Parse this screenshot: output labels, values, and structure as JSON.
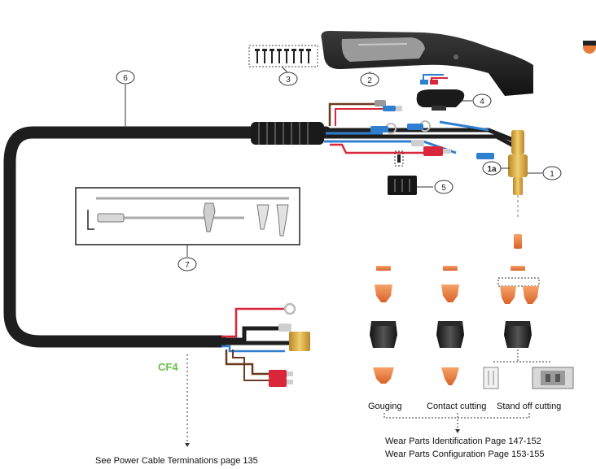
{
  "callouts": {
    "c1": "1",
    "c1a": "1a",
    "c2": "2",
    "c3": "3",
    "c4": "4",
    "c5": "5",
    "c6": "6",
    "c7": "7"
  },
  "labels": {
    "cf4": "CF4",
    "power_cable_terminations": "See Power Cable Terminations page 135",
    "gouging": "Gouging",
    "contact_cutting": "Contact cutting",
    "standoff_cutting": "Stand off cutting",
    "wear_parts_identification": "Wear Parts Identification Page 147-152",
    "wear_parts_configuration": "Wear Parts Configuration Page 153-155"
  },
  "colors": {
    "cable": "#1e1e1e",
    "wire_red": "#d9263a",
    "wire_blue": "#2f7fd0",
    "wire_brown": "#6b3a1f",
    "copper": "#e87a3a",
    "brass": "#d6a640",
    "cf4_green": "#6cc04a",
    "grip_gray": "#8f8f8f"
  },
  "icons": [
    "torch-handle",
    "screws-kit",
    "trigger-switch",
    "torch-head",
    "connector-block",
    "wrench-kit",
    "nozzle",
    "electrode",
    "shield-cup",
    "swirl-ring",
    "tip"
  ]
}
